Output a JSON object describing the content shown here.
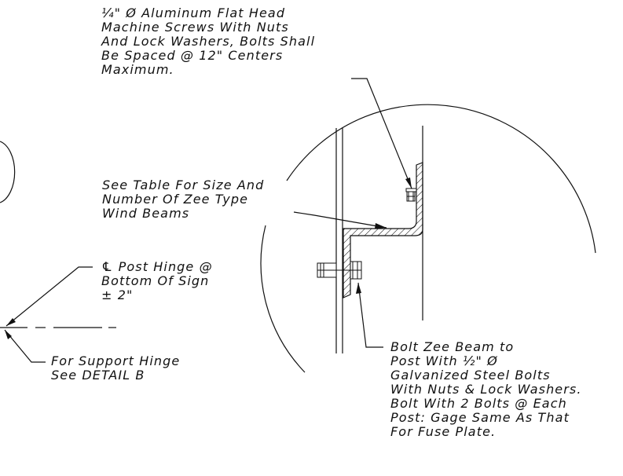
{
  "notes": {
    "screws": {
      "lines": [
        "¼\" Ø Aluminum Flat Head",
        "Machine Screws With Nuts",
        "And Lock Washers, Bolts Shall",
        "Be Spaced @ 12\" Centers",
        "Maximum."
      ]
    },
    "wind_beams": {
      "lines": [
        "See Table For Size And",
        "Number Of Zee Type",
        "Wind Beams"
      ]
    },
    "post_hinge": {
      "lines": [
        "℄ Post Hinge @",
        "Bottom Of Sign",
        "± 2\""
      ]
    },
    "support_hinge": {
      "lines": [
        "For Support Hinge",
        "See DETAIL B"
      ]
    },
    "bolt_zee": {
      "lines": [
        "Bolt Zee Beam to",
        "Post With ½\" Ø",
        "Galvanized Steel Bolts",
        "With Nuts & Lock Washers.",
        "Bolt With 2 Bolts @ Each",
        "Post: Gage Same As That",
        "For Fuse Plate."
      ]
    }
  },
  "colors": {
    "ink": "#111111",
    "background": "#ffffff"
  }
}
